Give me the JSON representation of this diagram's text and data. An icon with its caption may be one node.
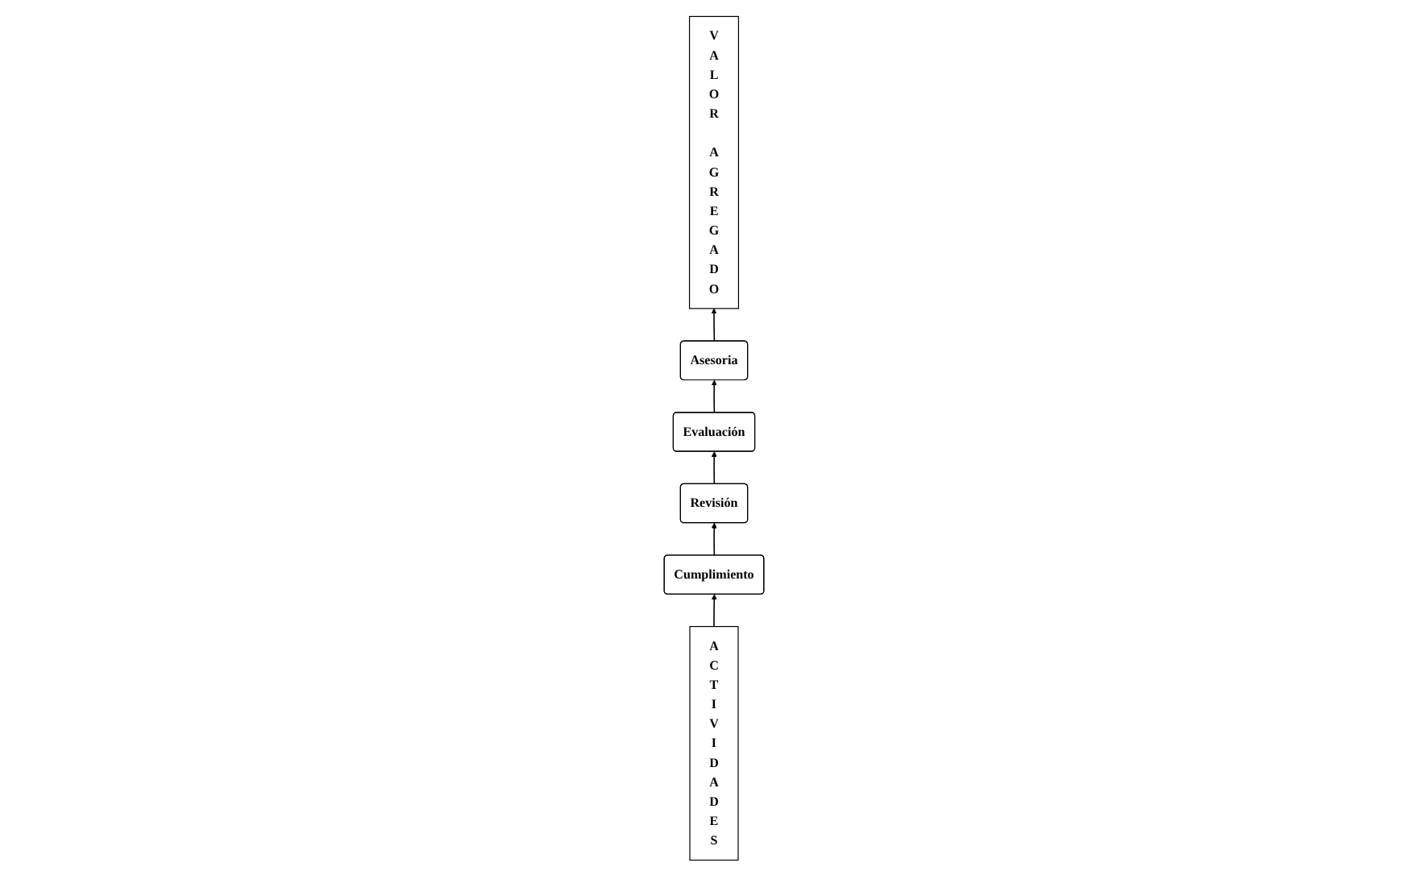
{
  "diagram": {
    "nodes": [
      {
        "text": [
          "ACTIVIDADES"
        ]
      },
      {
        "text": [
          "Cumplimiento"
        ]
      },
      {
        "text": [
          "Revisión"
        ]
      },
      {
        "text": [
          "Evaluación"
        ]
      },
      {
        "text": [
          "Asesoria"
        ]
      },
      {
        "text": [
          "VALOR AGREGADO"
        ]
      }
    ],
    "edges": [
      {
        "from": 0,
        "to": 1,
        "arrow": "to"
      },
      {
        "from": 1,
        "to": 2,
        "arrow": "to"
      },
      {
        "from": 2,
        "to": 3,
        "arrow": "to"
      },
      {
        "from": 3,
        "to": 4,
        "arrow": "to"
      },
      {
        "from": 4,
        "to": 5,
        "arrow": "to"
      }
    ]
  }
}
